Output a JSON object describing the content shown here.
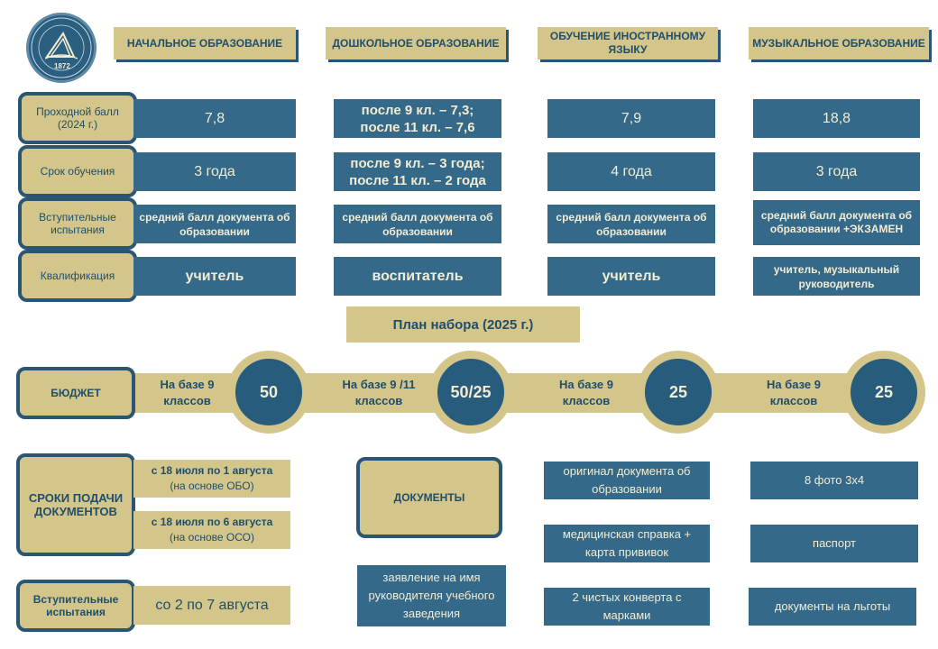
{
  "logo": {
    "year": "1872"
  },
  "headers": [
    "НАЧАЛЬНОЕ ОБРАЗОВАНИЕ",
    "ДОШКОЛЬНОЕ ОБРАЗОВАНИЕ",
    "ОБУЧЕНИЕ ИНОСТРАННОМУ  ЯЗЫКУ",
    "МУЗЫКАЛЬНОЕ ОБРАЗОВАНИЕ"
  ],
  "rows": [
    {
      "label": "Проходной балл (2024  г.)",
      "cells": [
        "7,8",
        "после 9 кл. – 7,3; после 11 кл. – 7,6",
        "7,9",
        "18,8"
      ]
    },
    {
      "label": "Срок обучения",
      "cells": [
        "3 года",
        "после 9 кл. – 3 года; после 11 кл. – 2 года",
        "4 года",
        "3 года"
      ]
    },
    {
      "label": "Вступительные испытания",
      "cells": [
        "средний балл документа об образовании",
        "средний балл документа об образовании",
        "средний балл документа об образовании",
        "средний балл документа об образовании +ЭКЗАМЕН"
      ]
    },
    {
      "label": "Квалификация",
      "cells": [
        "учитель",
        "воспитатель",
        "учитель",
        "учитель, музыкальный руководитель"
      ]
    }
  ],
  "plan": {
    "title": "План набора (2025 г.)"
  },
  "budget": {
    "label": "БЮДЖЕТ",
    "items": [
      {
        "basis": "На базе 9 классов",
        "value": "50"
      },
      {
        "basis": "На базе 9 /11 классов",
        "value": "50/25"
      },
      {
        "basis": "На базе 9 классов",
        "value": "25"
      },
      {
        "basis": "На базе 9 классов",
        "value": "25"
      }
    ]
  },
  "deadlines": {
    "label": "СРОКИ ПОДАЧИ ДОКУМЕНТОВ",
    "periods": [
      {
        "dates": "с 18 июля по 1 августа",
        "note": "(на основе ОБО)"
      },
      {
        "dates": "с 18 июля по 6 августа",
        "note": "(на основе ОСО)"
      }
    ]
  },
  "exams": {
    "label": "Вступительные испытания",
    "dates": "со 2 по 7 августа"
  },
  "documents": {
    "label": "ДОКУМЕНТЫ",
    "application": "заявление на имя руководителя учебного заведения",
    "items": [
      "оригинал документа об образовании",
      "8 фото 3х4",
      "медицинская справка + карта прививок",
      "паспорт",
      "2 чистых конверта с марками",
      "документы на льготы"
    ]
  }
}
